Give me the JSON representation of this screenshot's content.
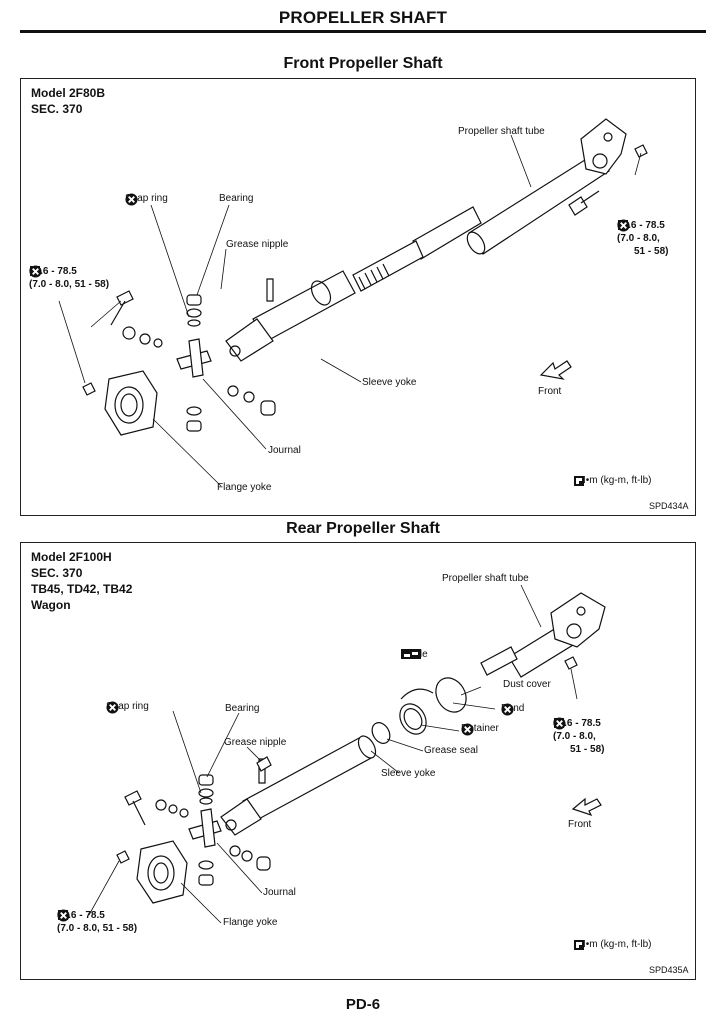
{
  "header": {
    "title": "PROPELLER SHAFT"
  },
  "front": {
    "section_title": "Front Propeller Shaft",
    "model": [
      "Model 2F80B",
      "SEC. 370"
    ],
    "labels": {
      "propeller_shaft_tube": "Propeller shaft tube",
      "snap_ring": "Snap ring",
      "bearing": "Bearing",
      "grease_nipple": "Grease nipple",
      "sleeve_yoke": "Sleeve yoke",
      "journal": "Journal",
      "flange_yoke": "Flange yoke",
      "front": "Front"
    },
    "torque_left": {
      "line1": "68.6 - 78.5",
      "line2": "(7.0 - 8.0, 51 - 58)"
    },
    "torque_right": {
      "line1": "68.6 - 78.5",
      "line2": "(7.0 - 8.0,",
      "line3": "51 - 58)"
    },
    "legend": ": N•m (kg-m, ft-lb)",
    "code": "SPD434A"
  },
  "rear": {
    "section_title": "Rear Propeller Shaft",
    "model": [
      "Model 2F100H",
      "SEC. 370",
      "TB45, TD42, TB42",
      "Wagon"
    ],
    "labels": {
      "propeller_shaft_tube": "Propeller shaft tube",
      "inside": "Inside",
      "dust_cover": "Dust cover",
      "band": "Band",
      "retainer": "Retainer",
      "grease_seal": "Grease seal",
      "snap_ring": "Snap ring",
      "bearing": "Bearing",
      "grease_nipple": "Grease nipple",
      "sleeve_yoke": "Sleeve yoke",
      "journal": "Journal",
      "flange_yoke": "Flange yoke",
      "front": "Front"
    },
    "torque_right": {
      "line1": "68.6 - 78.5",
      "line2": "(7.0 - 8.0,",
      "line3": "51 - 58)"
    },
    "torque_left": {
      "line1": "68.6 - 78.5",
      "line2": "(7.0 - 8.0, 51 - 58)"
    },
    "legend": ": N•m (kg-m, ft-lb)",
    "code": "SPD435A"
  },
  "footer": {
    "page": "PD-6"
  }
}
